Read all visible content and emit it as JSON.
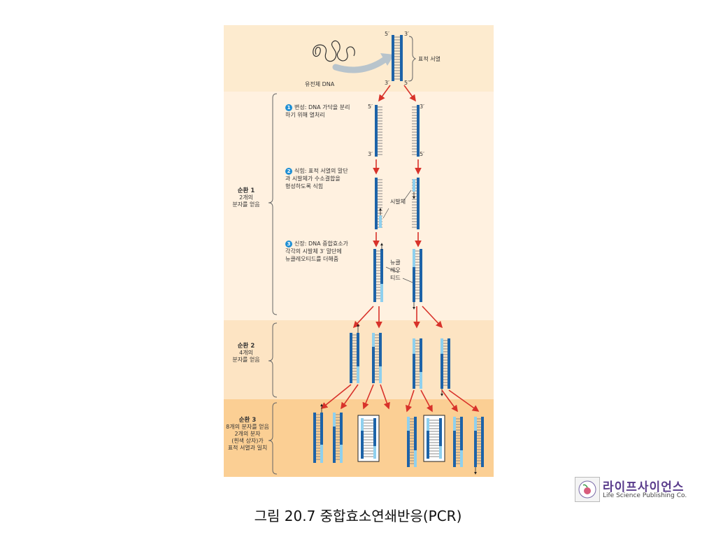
{
  "figure": {
    "genome_label": "유전체 DNA",
    "target_label": "표적 서열",
    "end5": "5′",
    "end3": "3′",
    "steps": [
      {
        "num": "1",
        "text": "변성: DNA 가닥을 분리\n하기 위해 열처리"
      },
      {
        "num": "2",
        "text": "식힘: 표적 서열의 말단\n과 시발체가 수소결합을\n형성하도록 식힘"
      },
      {
        "num": "3",
        "text": "신장: DNA 중합효소가\n각각의 시발체 3′ 말단에\n뉴클레오티드를 더해줌"
      }
    ],
    "primer_label": "시발체",
    "nucleotide_label": "뉴클\n레오\n티드",
    "cycles": [
      {
        "title": "순환 1",
        "desc": "2개의\n분자를 얻음"
      },
      {
        "title": "순환 2",
        "desc": "4개의\n분자를 얻음"
      },
      {
        "title": "순환 3",
        "desc": "8개의 분자를 얻음\n2개의 분자\n(흰색 상자)가\n표적 서열과 일치"
      }
    ],
    "colors": {
      "strand": "#1d63a8",
      "primer": "#8fd0ee",
      "rung": "#888888",
      "arrow": "#d8322a"
    }
  },
  "caption": "그림 20.7  중합효소연쇄반응(PCR)",
  "logo": {
    "korean": "라이프사이언스",
    "english": "Life Science Publishing Co."
  }
}
